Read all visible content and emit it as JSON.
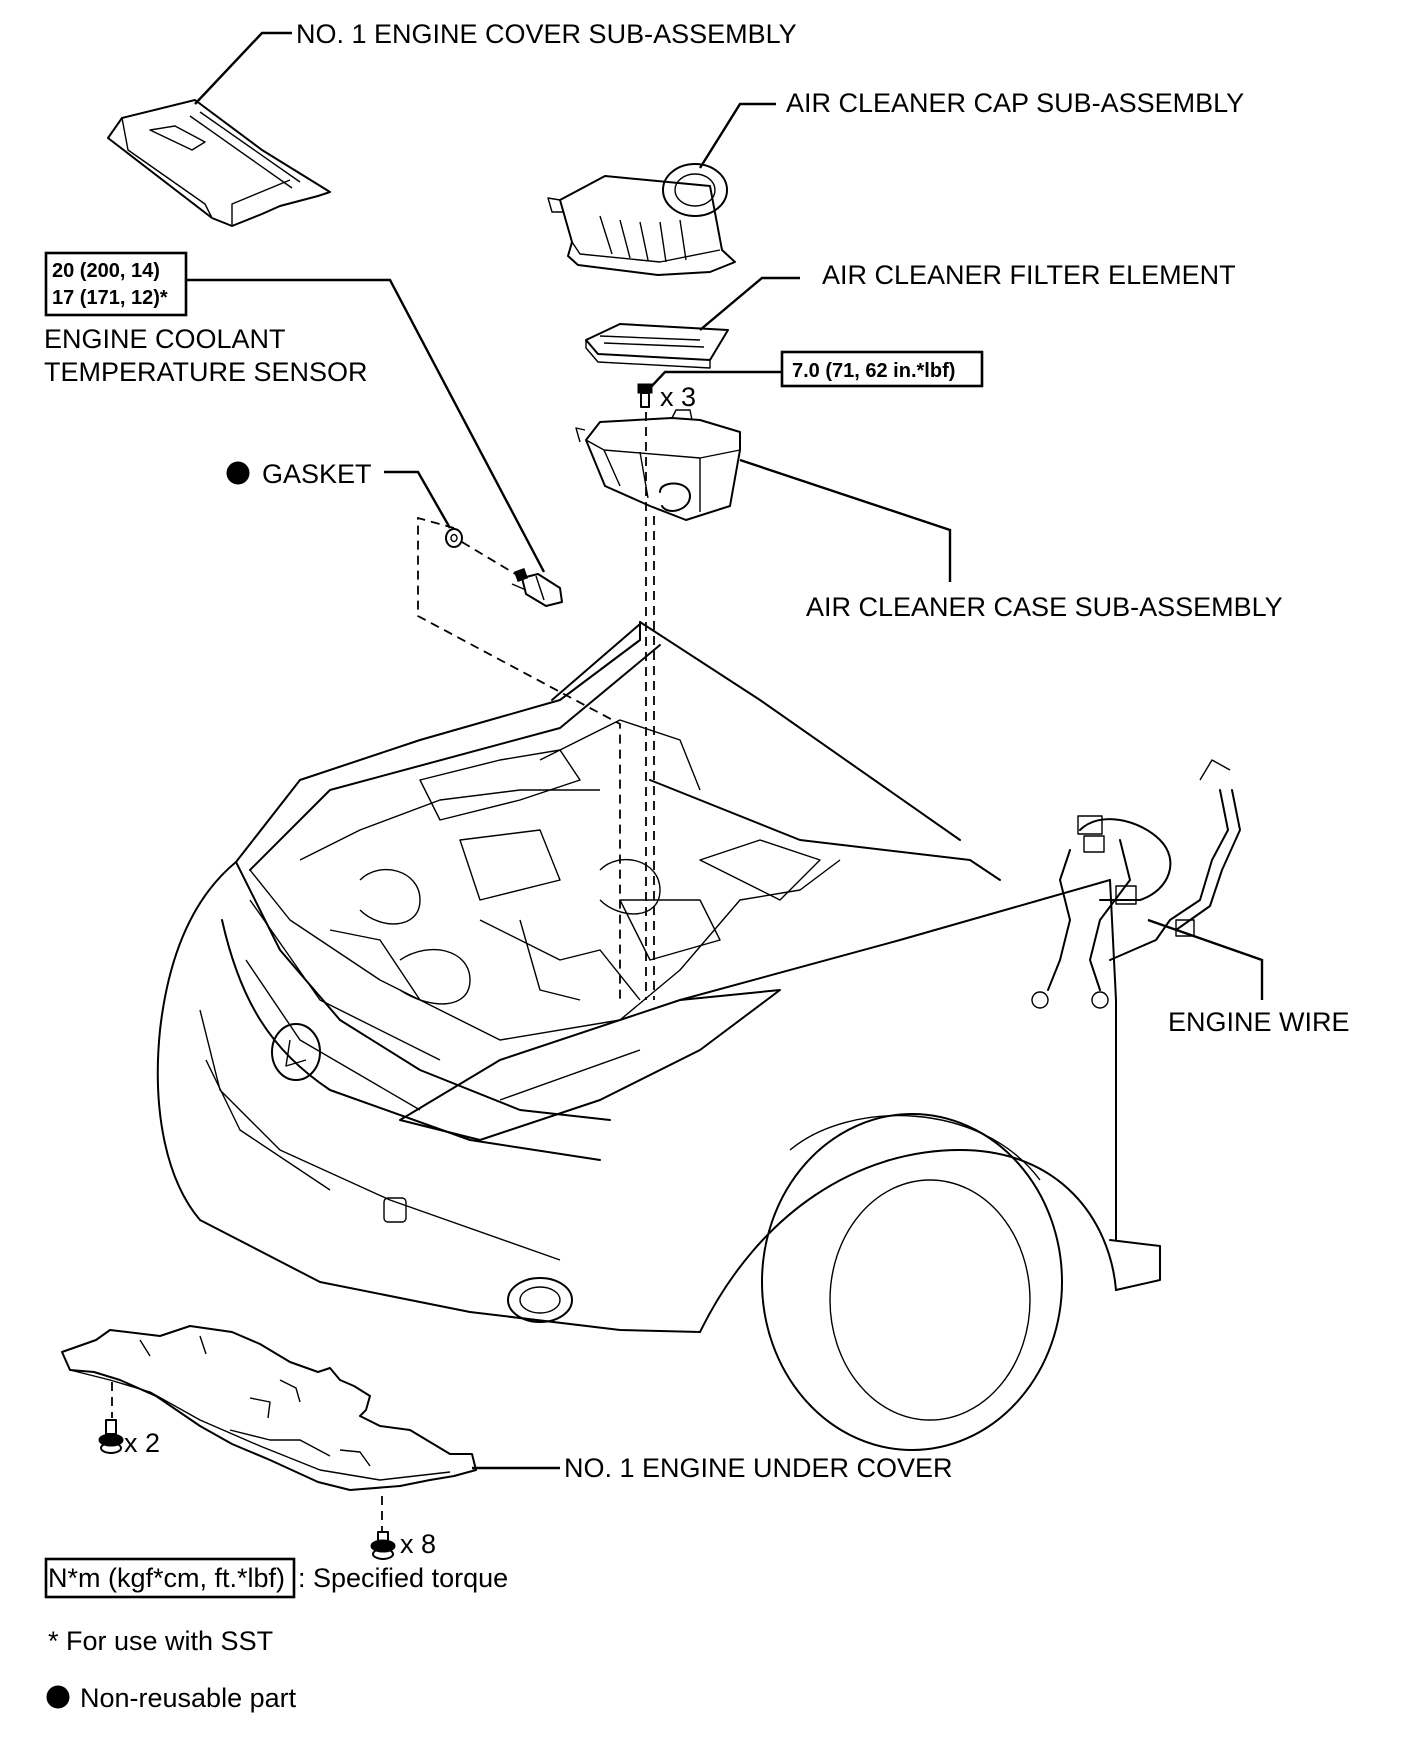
{
  "labels": {
    "engine_cover": "NO. 1 ENGINE COVER SUB-ASSEMBLY",
    "air_cleaner_cap": "AIR CLEANER CAP SUB-ASSEMBLY",
    "air_cleaner_filter": "AIR CLEANER FILTER ELEMENT",
    "air_cleaner_case": "AIR CLEANER CASE SUB-ASSEMBLY",
    "coolant_sensor_line1": "ENGINE COOLANT",
    "coolant_sensor_line2": "TEMPERATURE SENSOR",
    "gasket": "GASKET",
    "engine_wire": "ENGINE WIRE",
    "under_cover": "NO. 1 ENGINE UNDER COVER"
  },
  "torque": {
    "sensor_line1": "20 (200, 14)",
    "sensor_line2": "17 (171, 12)*",
    "case_bolts": "7.0 (71, 62 in.*lbf)"
  },
  "quantities": {
    "case_bolts": "x 3",
    "under_cover_bolts": "x 2",
    "under_cover_clips": "x 8"
  },
  "legend": {
    "torque_box": "N*m (kgf*cm, ft.*lbf)",
    "torque_text": ": Specified torque",
    "sst_note": "* For use with SST",
    "non_reusable": "Non-reusable part"
  },
  "colors": {
    "ink": "#000000",
    "background": "#ffffff"
  },
  "icons": [
    "solid-circle-icon",
    "bolt-icon",
    "clip-icon"
  ]
}
